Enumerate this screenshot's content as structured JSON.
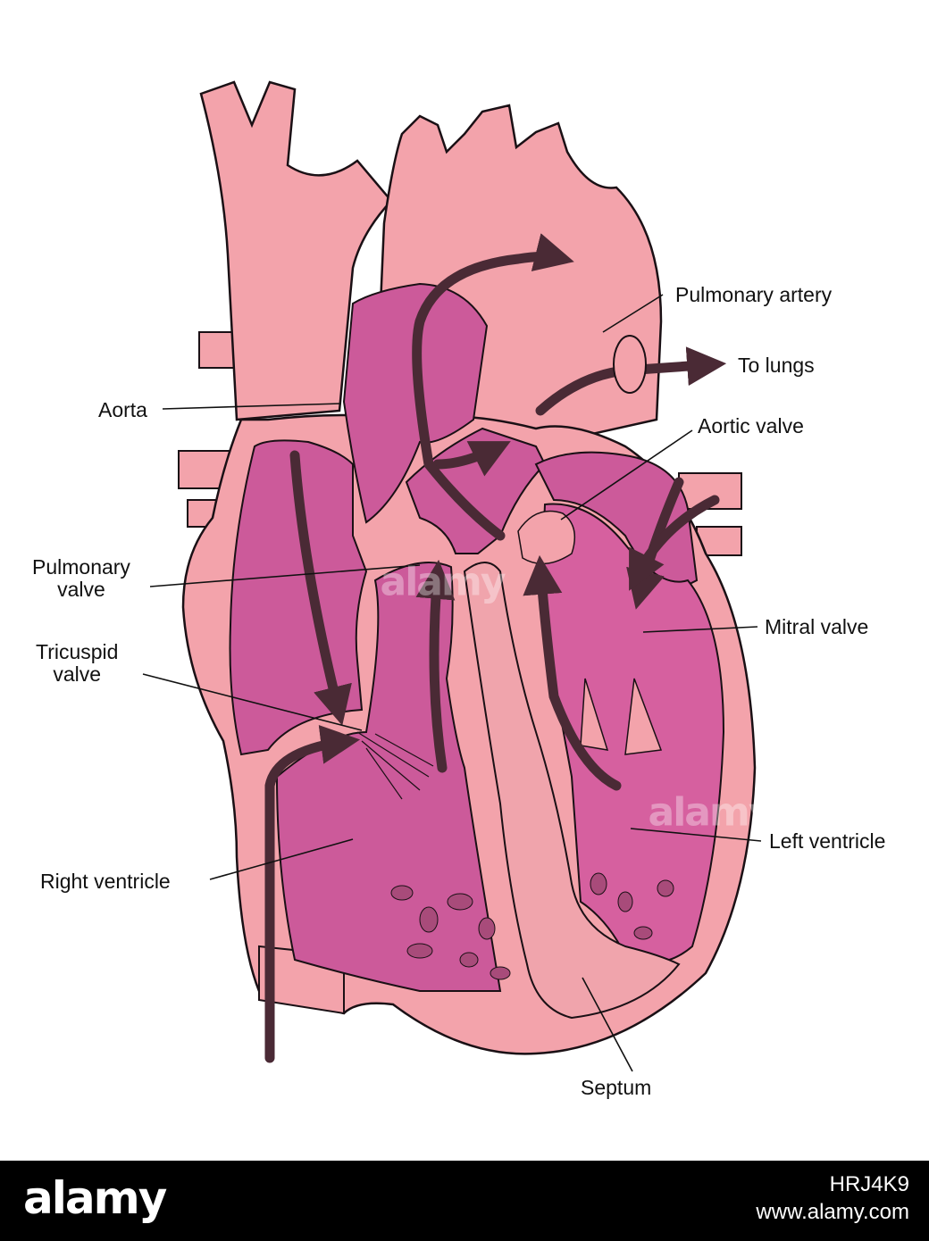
{
  "diagram": {
    "labels": {
      "pulmonary_artery": "Pulmonary artery",
      "to_lungs": "To lungs",
      "aorta": "Aorta",
      "aortic_valve": "Aortic valve",
      "pulmonary_valve_1": "Pulmonary",
      "pulmonary_valve_2": "valve",
      "mitral_valve": "Mitral valve",
      "tricuspid_valve_1": "Tricuspid",
      "tricuspid_valve_2": "valve",
      "left_ventricle": "Left ventricle",
      "right_ventricle": "Right ventricle",
      "septum": "Septum"
    },
    "colors": {
      "tissue": "#f3a3ab",
      "chamber": "#cc5a9a",
      "chamber_light": "#d6609f",
      "outline": "#1a1015",
      "arrow": "#4a2a35"
    }
  },
  "watermark": {
    "text": "alamy",
    "brand": "alamy",
    "image_code": "HRJ4K9",
    "url": "www.alamy.com"
  }
}
